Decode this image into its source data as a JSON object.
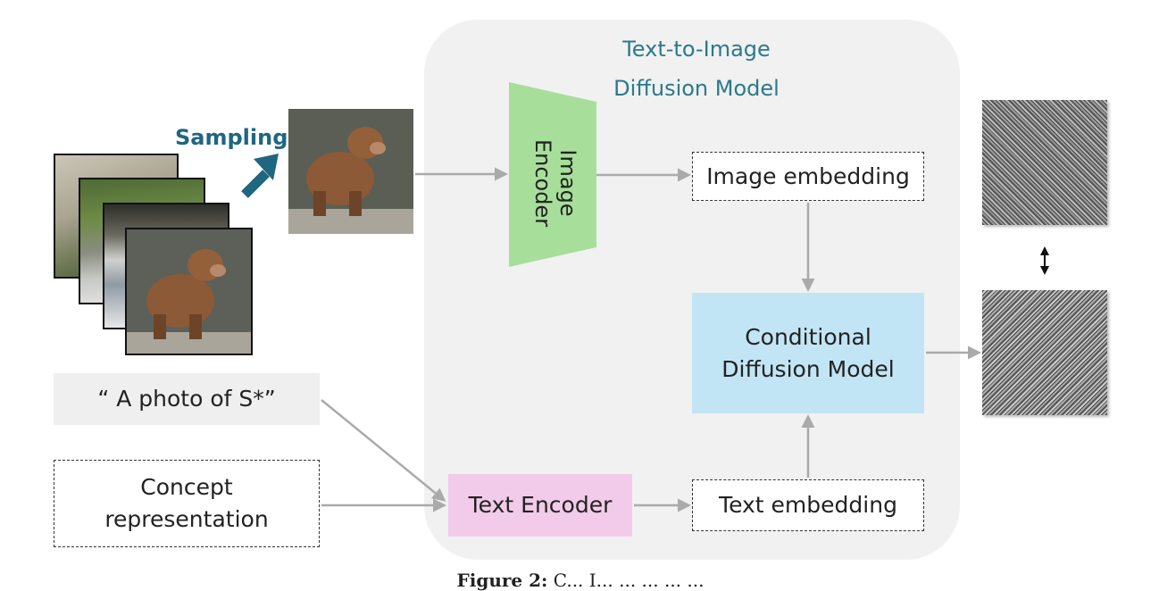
{
  "panel": {
    "title_line1": "Text-to-Image",
    "title_line2": "Diffusion Model"
  },
  "sampling_label": "Sampling",
  "image_encoder_label_line1": "Image",
  "image_encoder_label_line2": "Encoder",
  "image_embedding_label": "Image embedding",
  "conditional_model_line1": "Conditional",
  "conditional_model_line2": "Diffusion Model",
  "prompt_label": "“ A photo of S*”",
  "concept_line1": "Concept",
  "concept_line2": "representation",
  "text_encoder_label": "Text Encoder",
  "text_embedding_label": "Text embedding",
  "caption": {
    "prefix": "Figure 2:",
    "text": "C... I... ... ... ... ..."
  },
  "colors": {
    "panel_bg": "#f1f1f1",
    "image_encoder": "#a7df9a",
    "text_encoder": "#f1cbe9",
    "conditional_model": "#c2e5f5",
    "prompt_bg": "#efefef",
    "title": "#2a7a8c",
    "sampling_arrow": "#1f6680",
    "connector": "#aaaaaa"
  }
}
